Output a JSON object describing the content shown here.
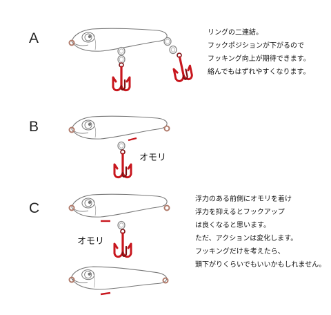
{
  "sections": {
    "a": {
      "letter": "A",
      "note": [
        "リングの二連結。",
        "フックポジションが下がるので",
        "フッキング向上が期待できます。",
        "絡んでもはずれやすくなります。"
      ]
    },
    "b": {
      "letter": "B",
      "weight_label": "オモリ"
    },
    "c": {
      "letter": "C",
      "weight_label": "オモリ",
      "note": [
        "浮力のある前側にオモリを着け",
        "浮力を抑えるとフックアップ",
        "は良くなると思います。",
        "ただ、アクションは変化します。",
        "フッキングだけを考えたら、",
        "頭下がりくらいでもいいかもしれません。"
      ]
    }
  },
  "colors": {
    "outline": "#777777",
    "hook": "#c8161d",
    "hook_dark": "#7a0f12",
    "ring": "#b07a6a"
  }
}
